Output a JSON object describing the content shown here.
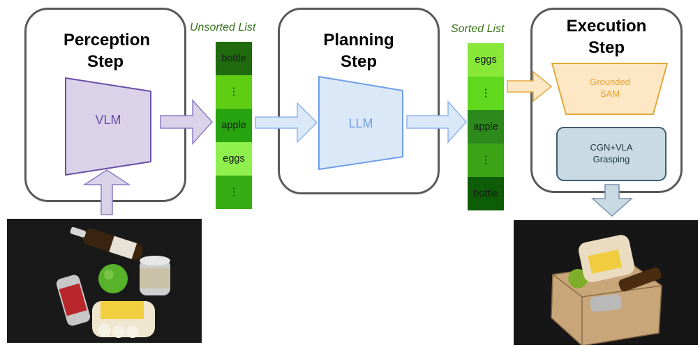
{
  "perception": {
    "title": "Perception Step",
    "model": "VLM"
  },
  "unsorted_list": {
    "title": "Unsorted List",
    "items": [
      "bottle",
      "⋮",
      "apple",
      "eggs",
      "⋮"
    ],
    "colors": [
      "#1f6b0e",
      "#5fce12",
      "#27a30f",
      "#8fef4d",
      "#37ad14"
    ]
  },
  "planning": {
    "title": "Planning Step",
    "model": "LLM"
  },
  "sorted_list": {
    "title": "Sorted List",
    "items": [
      "eggs",
      "⋮",
      "apple",
      "⋮",
      "bottle"
    ],
    "colors": [
      "#88e838",
      "#5fd81d",
      "#2b8a1b",
      "#3aa414",
      "#0d5c06"
    ]
  },
  "execution": {
    "title": "Execution Step",
    "segmenter": "Grounded SAM",
    "grasper": "CGN+VLA Grasping"
  },
  "colors": {
    "stage_border": "#595959",
    "vlm_fill": "#d9d2e9",
    "vlm_stroke": "#674ea7",
    "llm_fill": "#dbe8f8",
    "llm_stroke": "#6d9eeb",
    "sam_fill": "#fde7c5",
    "sam_stroke": "#e2a93a",
    "grasp_fill": "#c9dae2",
    "grasp_stroke": "#3f5d6d",
    "list_title": "#38761d"
  }
}
